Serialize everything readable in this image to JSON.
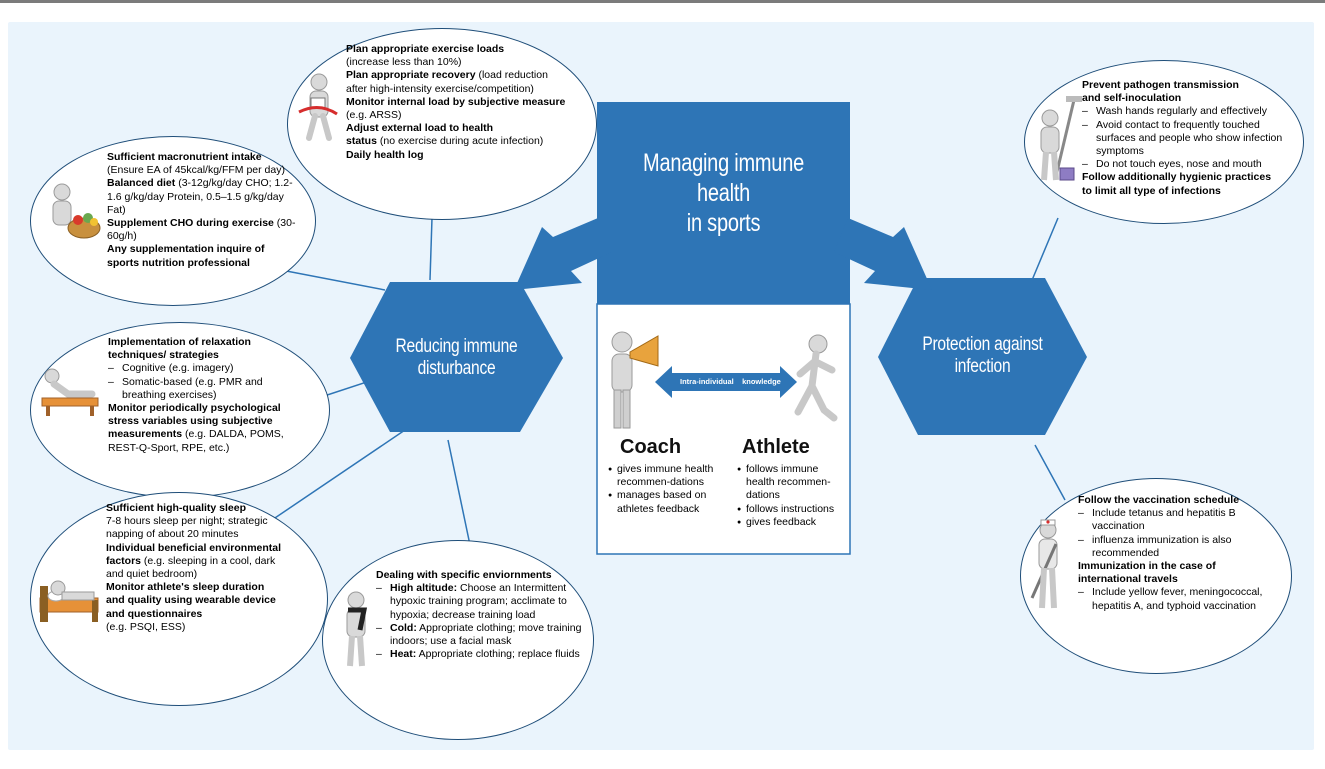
{
  "center": {
    "title_line1": "Managing immune",
    "title_line2": "health",
    "title_line3": "in sports",
    "arrow_label": "Intra-individual    knowledge",
    "coach": {
      "title": "Coach",
      "items": [
        "gives immune health recommen-dations",
        "manages based on athletes feedback"
      ]
    },
    "athlete": {
      "title": "Athlete",
      "items": [
        "follows immune health recommen-dations",
        "follows instructions",
        "gives feedback"
      ]
    }
  },
  "left_hex": {
    "line1": "Reducing immune",
    "line2": "disturbance"
  },
  "right_hex": {
    "line1": "Protection against",
    "line2": "infection"
  },
  "exercise": {
    "l1b": "Plan appropriate exercise loads",
    "l2": "(increase less than 10%)",
    "l3b": "Plan appropriate recovery",
    "l3": " (load reduction",
    "l4": "after high-intensity exercise/competition)",
    "l5b": "Monitor internal load by subjective measure",
    "l6": "(e.g. ARSS)",
    "l7b": "Adjust external load to health",
    "l8b": "status",
    "l8": " (no exercise during acute infection)",
    "l9b": "Daily health log"
  },
  "nutrition": {
    "l1b": "Sufficient macronutrient intake",
    "l2": "(Ensure EA of 45kcal/kg/FFM per day)",
    "l3b": "Balanced diet",
    "l3": " (3-12g/kg/day CHO; 1.2-",
    "l4": "1.6 g/kg/day Protein, 0.5–1.5 g/kg/day",
    "l5": "Fat)",
    "l6b": "Supplement CHO during exercise",
    "l6": " (30-",
    "l7": "60g/h)",
    "l8b": "Any supplementation inquire of",
    "l9b": "sports nutrition professional"
  },
  "relaxation": {
    "l1b": "Implementation of relaxation",
    "l2b": "techniques/ strategies",
    "d1": "Cognitive (e.g. imagery)",
    "d2": "Somatic-based  (e.g. PMR and breathing exercises)",
    "l5b": "Monitor periodically psychological",
    "l6b": "stress variables using subjective",
    "l7b": "measurements",
    "l7": " (e.g. DALDA, POMS,",
    "l8": "REST-Q-Sport, RPE, etc.)"
  },
  "sleep": {
    "l1b": "Sufficient high-quality sleep",
    "l2": "7-8 hours sleep per night;  strategic",
    "l3": "napping of about 20 minutes",
    "l4b": "Individual beneficial environmental",
    "l5b": "factors",
    "l5": " (e.g. sleeping in a cool, dark",
    "l6": "and quiet bedroom)",
    "l7b": "Monitor athlete's sleep duration",
    "l8b": "and quality using wearable device",
    "l9b": "and questionnaires",
    "l10": "(e.g. PSQI, ESS)"
  },
  "environment": {
    "l1b": "Dealing with specific enviornments",
    "d1b": "High altitude:",
    "d1": " Choose an Intermittent hypoxic training program; acclimate to hypoxia; decrease training load",
    "d2b": "Cold:",
    "d2": " Appropriate clothing;  move training indoors; use a facial mask",
    "d3b": "Heat:",
    "d3": " Appropriate clothing;  replace fluids"
  },
  "pathogen": {
    "l1b": "Prevent pathogen transmission",
    "l2b": "and self-inoculation",
    "d1": "Wash hands regularly and effectively",
    "d2": "Avoid contact to frequently touched surfaces and people who show infection symptoms",
    "d3": "Do not touch eyes, nose and mouth",
    "l7b": "Follow additionally hygienic practices",
    "l8b": "to limit all type of infections"
  },
  "vaccination": {
    "l1b": "Follow the vaccination schedule",
    "d1": "Include tetanus and hepatitis  B vaccination",
    "d2": "influenza  immunization  is also recommended",
    "l6b": "Immunization in the case of",
    "l7b": "international travels",
    "d3": "Include yellow fever, meningococcal, hepatitis  A, and typhoid vaccination"
  },
  "colors": {
    "hex": "#2e75b6",
    "box": "#2e75b6",
    "border": "#1f4e79",
    "panel": "#eaf4fc"
  },
  "icons": [
    "runner-icon",
    "food-basket-icon",
    "relaxing-person-icon",
    "sleeping-person-icon",
    "scarf-person-icon",
    "cleaning-person-icon",
    "nurse-syringe-icon",
    "megaphone-coach-icon",
    "running-athlete-icon"
  ]
}
